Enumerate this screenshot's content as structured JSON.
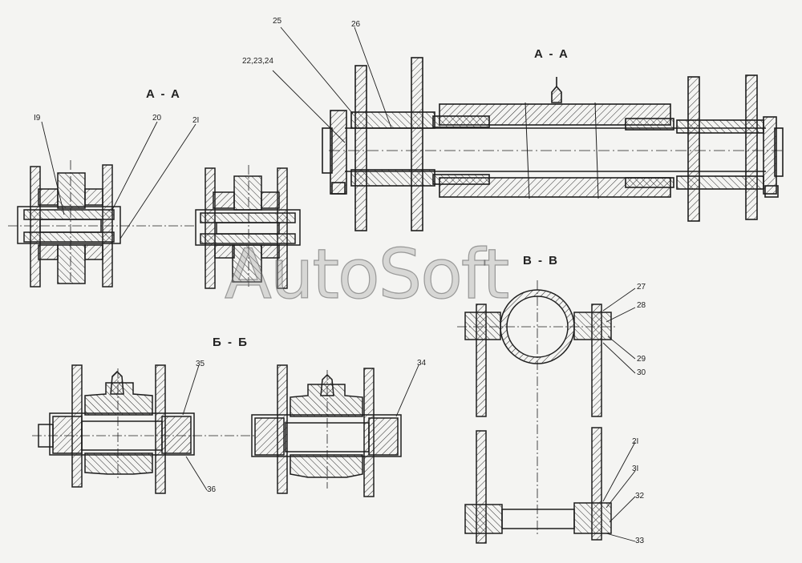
{
  "watermark": "AutoSoft",
  "sections": {
    "aa_left": "A - A",
    "aa_right": "A - A",
    "bb": "Б - Б",
    "vv": "В - В"
  },
  "callouts": {
    "c19": "I9",
    "c20": "20",
    "c21a": "2I",
    "c22": "22,23,24",
    "c25": "25",
    "c26": "26",
    "c27": "27",
    "c28": "28",
    "c29": "29",
    "c30": "30",
    "c21b": "2I",
    "c31": "3I",
    "c32": "32",
    "c33": "33",
    "c34": "34",
    "c35": "35",
    "c36": "36"
  },
  "colors": {
    "ink": "#1e1e1e",
    "paper": "#f4f4f2"
  }
}
